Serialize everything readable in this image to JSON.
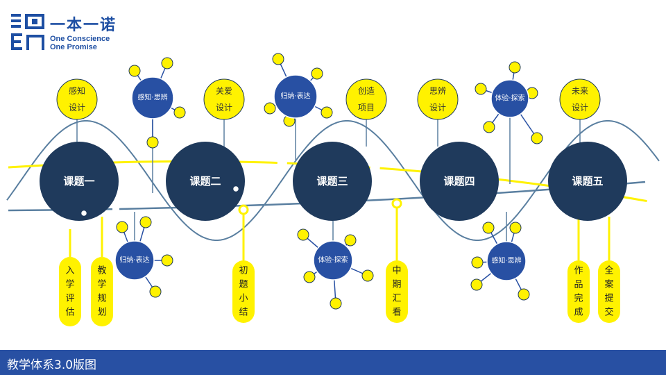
{
  "brand": {
    "name_cn": "一本一诺",
    "tagline_line1": "One Conscience",
    "tagline_line2": "One Promise"
  },
  "footer": {
    "title": "教学体系3.0版图"
  },
  "colors": {
    "navy": "#1f3a5c",
    "blue": "#2850a3",
    "yellow": "#fff200",
    "wave": "#5a7fa0"
  },
  "topics": [
    {
      "label": "课题一"
    },
    {
      "label": "课题二"
    },
    {
      "label": "课题三"
    },
    {
      "label": "课题四"
    },
    {
      "label": "课题五"
    }
  ],
  "design_bubbles": [
    {
      "line1": "感知",
      "line2": "设计"
    },
    {
      "line1": "关爱",
      "line2": "设计"
    },
    {
      "line1": "创造",
      "line2": "项目"
    },
    {
      "line1": "思辨",
      "line2": "设计"
    },
    {
      "line1": "未来",
      "line2": "设计"
    }
  ],
  "skill_nodes": [
    {
      "label": "感知·思辨"
    },
    {
      "label": "归纳·表达"
    },
    {
      "label": "体验·探索"
    },
    {
      "label": "归纳·表达"
    },
    {
      "label": "体验·探索"
    },
    {
      "label": "感知·思辨"
    }
  ],
  "milestones": [
    {
      "label": "入学评估"
    },
    {
      "label": "教学规划"
    },
    {
      "label": "初题小结"
    },
    {
      "label": "中期汇看"
    },
    {
      "label": "作品完成"
    },
    {
      "label": "全案提交"
    }
  ]
}
